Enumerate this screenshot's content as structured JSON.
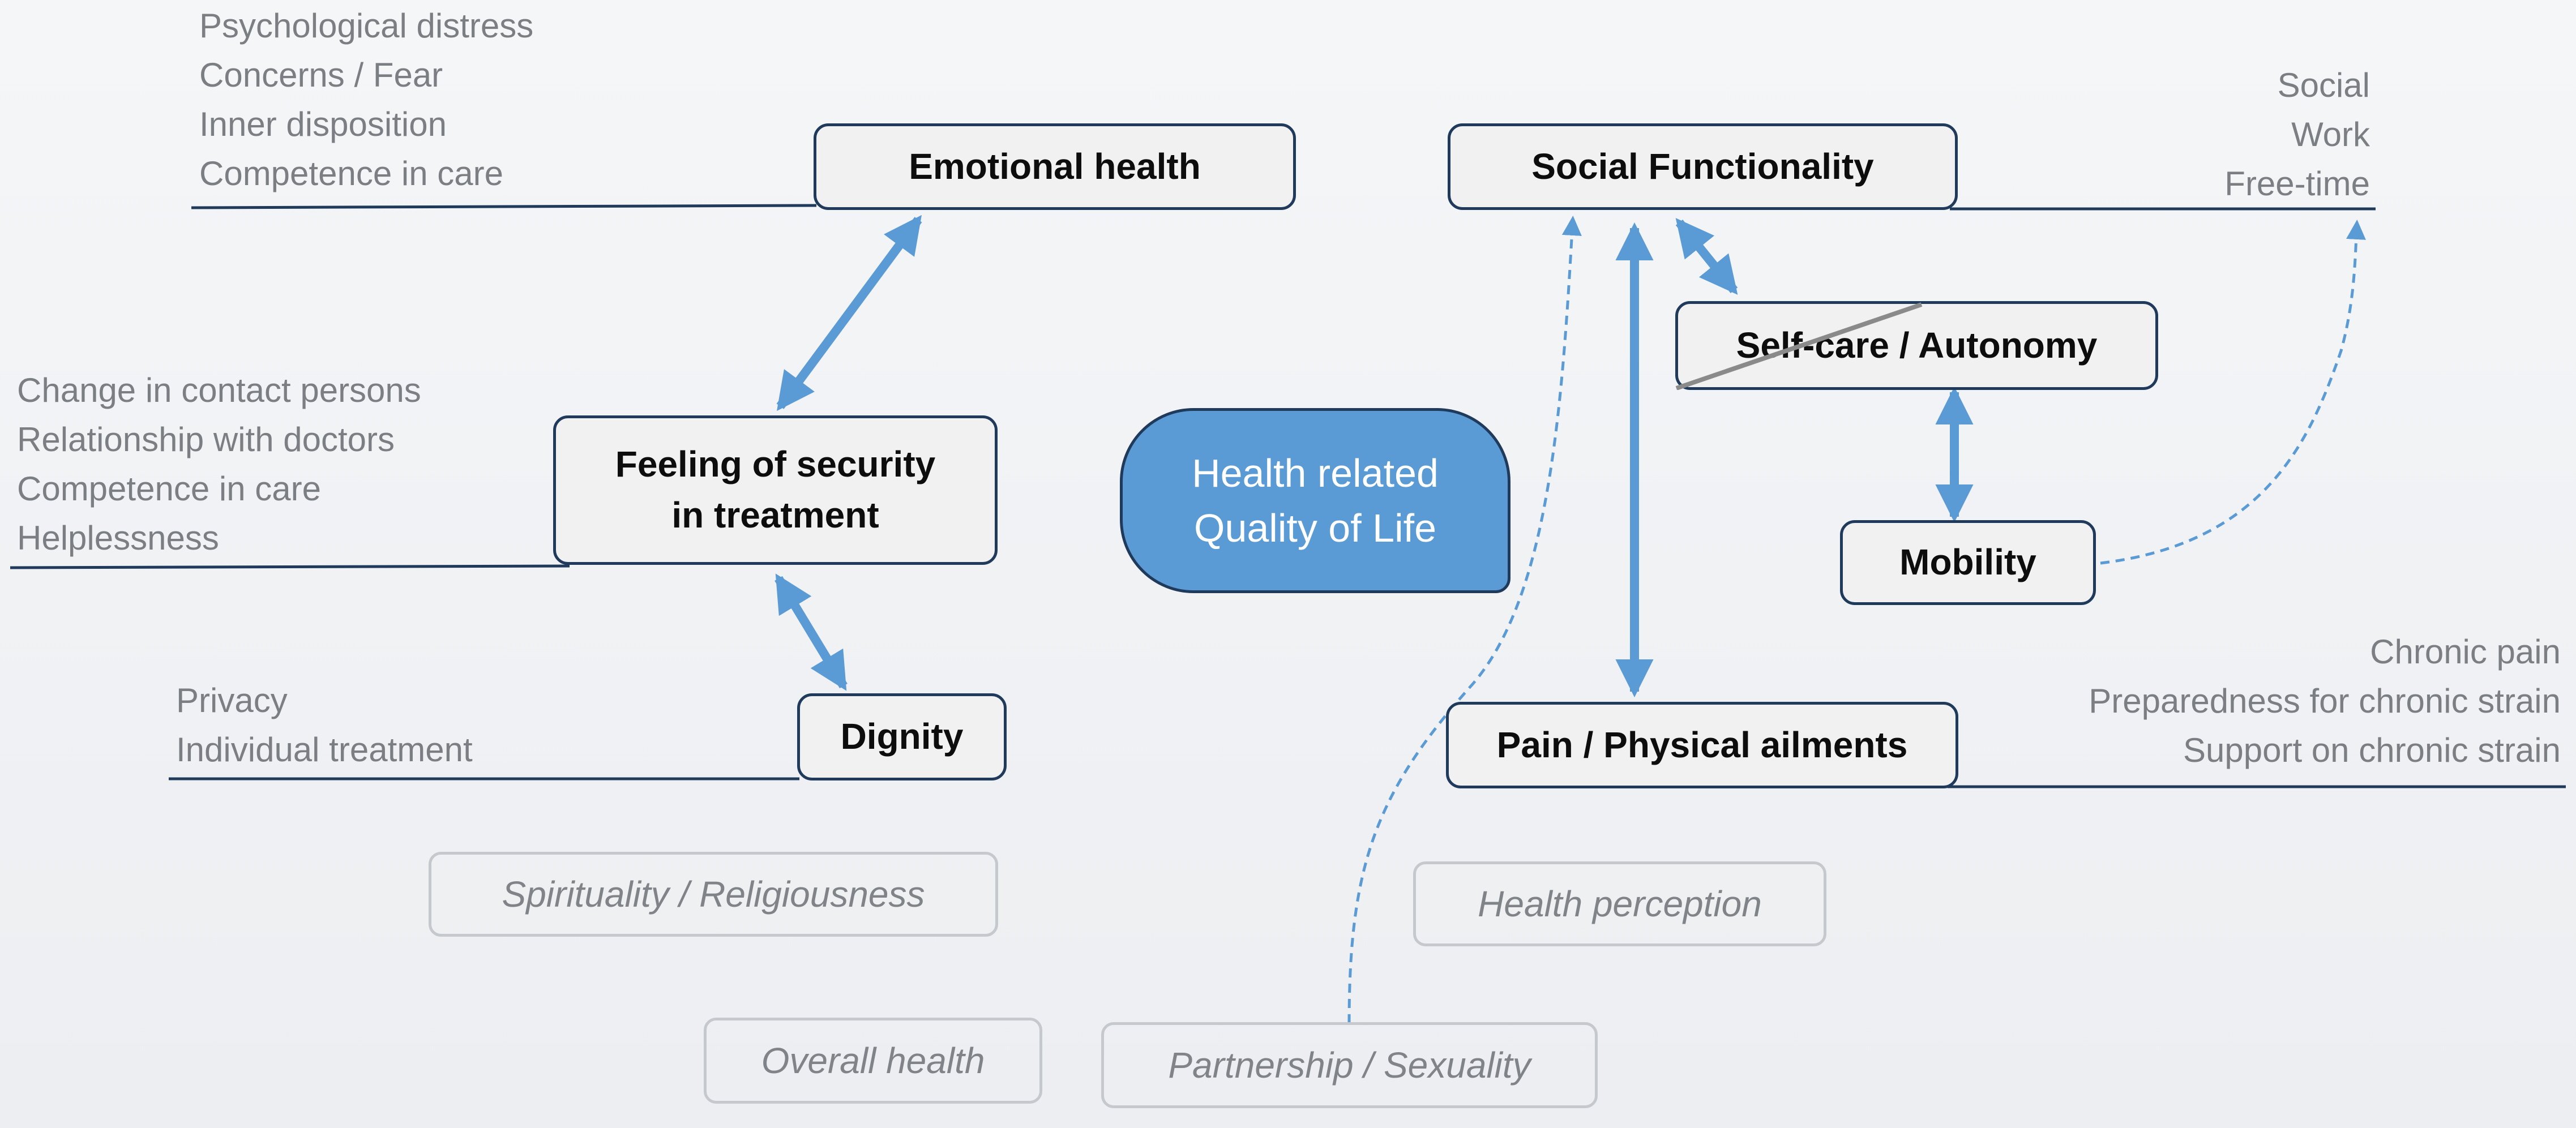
{
  "center": {
    "line1": "Health related",
    "line2": "Quality of Life"
  },
  "nodes": {
    "emotional_health": "Emotional health",
    "social_functionality": "Social Functionality",
    "self_care": "Self-care / Autonomy",
    "feeling_security_line1": "Feeling of security",
    "feeling_security_line2": "in treatment",
    "mobility": "Mobility",
    "dignity": "Dignity",
    "pain": "Pain / Physical ailments"
  },
  "faded_nodes": {
    "spirituality": "Spirituality / Religiousness",
    "health_perception": "Health perception",
    "overall_health": "Overall health",
    "partnership": "Partnership / Sexuality"
  },
  "annotations": {
    "emotional_health": [
      "Psychological distress",
      "Concerns / Fear",
      "Inner disposition",
      "Competence in care"
    ],
    "social_functionality": [
      "Social",
      "Work",
      "Free-time"
    ],
    "feeling_security": [
      "Change in contact persons",
      "Relationship with doctors",
      "Competence in care",
      "Helplessness"
    ],
    "dignity": [
      "Privacy",
      "Individual treatment"
    ],
    "pain": [
      "Chronic pain",
      "Preparedness for chronic strain",
      "Support on chronic strain"
    ]
  },
  "colors": {
    "arrow": "#5b9bd5",
    "box_border": "#1f3a5a",
    "center_fill": "#5b9bd5",
    "faded_text": "#808488",
    "note_text": "#7b7e82",
    "strike": "#8a8a8a"
  },
  "icons": {
    "double_arrow": "double-headed-arrow",
    "dashed_arrow": "dashed-curved-arrow"
  }
}
